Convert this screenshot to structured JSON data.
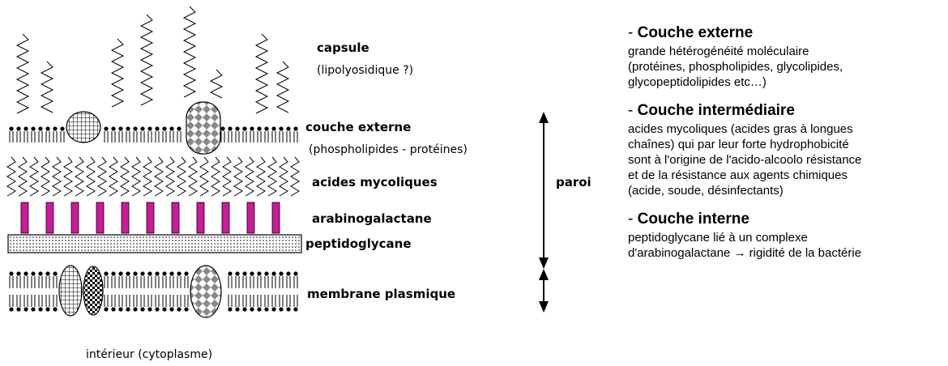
{
  "diagram": {
    "labels": {
      "capsule": "capsule",
      "capsule_sub": "(lipolyosidique ?)",
      "outer": "couche externe",
      "outer_sub": "(phospholipides - protéines)",
      "mycolic": "acides mycoliques",
      "arabino": "arabinogalactane",
      "peptido": "peptidoglycane",
      "membrane": "membrane plasmique",
      "paroi": "paroi",
      "interior": "intérieur (cytoplasme)"
    },
    "colors": {
      "arabinogalactane": "#cc1a99",
      "line": "#000000"
    }
  },
  "panel": {
    "sections": [
      {
        "dash": "- ",
        "title": "Couche externe",
        "lines": [
          " grande hétérogénéité moléculaire",
          "(protéines, phospholipides, glycolipides,",
          "glycopeptidolipides etc…)"
        ]
      },
      {
        "dash": "- ",
        "title": "Couche intermédiaire",
        "lines": [
          "acides mycoliques (acides gras à longues",
          "chaînes) qui par leur forte hydrophobicité",
          "sont à  l'origine de l'acido-alcoolo résistance",
          "et de la résistance aux agents chimiques",
          "(acide, soude, désinfectants)"
        ]
      },
      {
        "dash": "- ",
        "title": "Couche interne",
        "lines": [
          "peptidoglycane lié à un complexe",
          "d'arabinogalactane → rigidité de la bactérie"
        ]
      }
    ]
  }
}
